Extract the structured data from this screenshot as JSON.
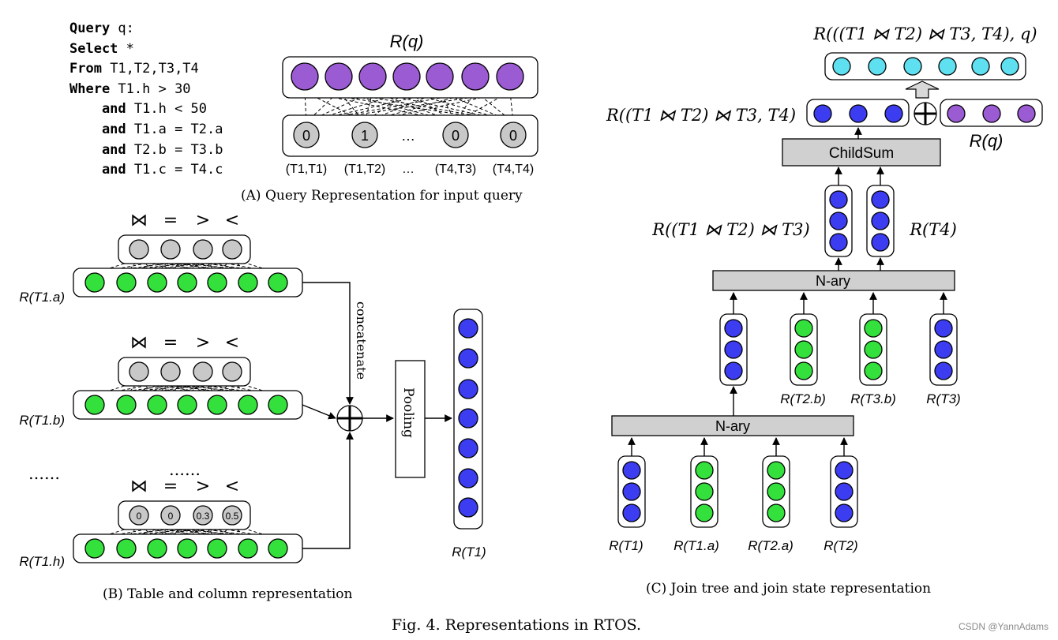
{
  "query": {
    "lines": [
      {
        "kw": "Query",
        "rest": " q:"
      },
      {
        "kw": "Select",
        "rest": " *"
      },
      {
        "kw": "From",
        "rest": " T1,T2,T3,T4"
      },
      {
        "kw": "Where",
        "rest": " T1.h > 30"
      },
      {
        "kw": "    and",
        "rest": " T1.h < 50"
      },
      {
        "kw": "    and",
        "rest": " T1.a = T2.a"
      },
      {
        "kw": "    and",
        "rest": " T2.b = T3.b"
      },
      {
        "kw": "    and",
        "rest": " T1.c = T4.c"
      }
    ]
  },
  "panel_a": {
    "rq_label": "R(q)",
    "input_values": [
      "0",
      "1",
      "…",
      "0",
      "0"
    ],
    "pair_labels": [
      "(T1,T1)",
      "(T1,T2)",
      "…",
      "(T4,T3)",
      "(T4,T4)"
    ],
    "caption": "(A) Query Representation for input query"
  },
  "panel_b": {
    "ops": [
      "⋈",
      "=",
      ">",
      "<"
    ],
    "rows": [
      "R(T1.a)",
      "R(T1.b)",
      "R(T1.h)"
    ],
    "ellipsis_left": "……",
    "ellipsis_mid": "……",
    "h_values": [
      "0",
      "0",
      "0.3",
      "0.5"
    ],
    "concatenate": "concatenate",
    "pooling": "Pooling",
    "out_label": "R(T1)",
    "caption": "(B) Table and column representation"
  },
  "panel_c": {
    "top_label": "R(((T1 ⋈ T2) ⋈ T3, T4), q)",
    "mid_label": "R((T1 ⋈ T2) ⋈ T3, T4)",
    "rq_label": "R(q)",
    "childsum": "ChildSum",
    "lower_left_label": "R((T1 ⋈ T2) ⋈ T3)",
    "r_t4": "R(T4)",
    "nary_top": "N-ary",
    "nary_bottom": "N-ary",
    "mid_leaves": [
      "R(T2.b)",
      "R(T3.b)",
      "R(T3)"
    ],
    "bottom_leaves": [
      "R(T1)",
      "R(T1.a)",
      "R(T2.a)",
      "R(T2)"
    ],
    "caption": "(C) Join tree and join state representation"
  },
  "figure_caption": "Fig. 4.  Representations in RTOS.",
  "watermark": "CSDN @YannAdams",
  "colors": {
    "purple": "#9b5bd3",
    "green": "#34e03c",
    "blue": "#3c3cf0",
    "cyan": "#5ee0f0",
    "gray": "#c8c8c8",
    "box": "#d0d0d0"
  }
}
